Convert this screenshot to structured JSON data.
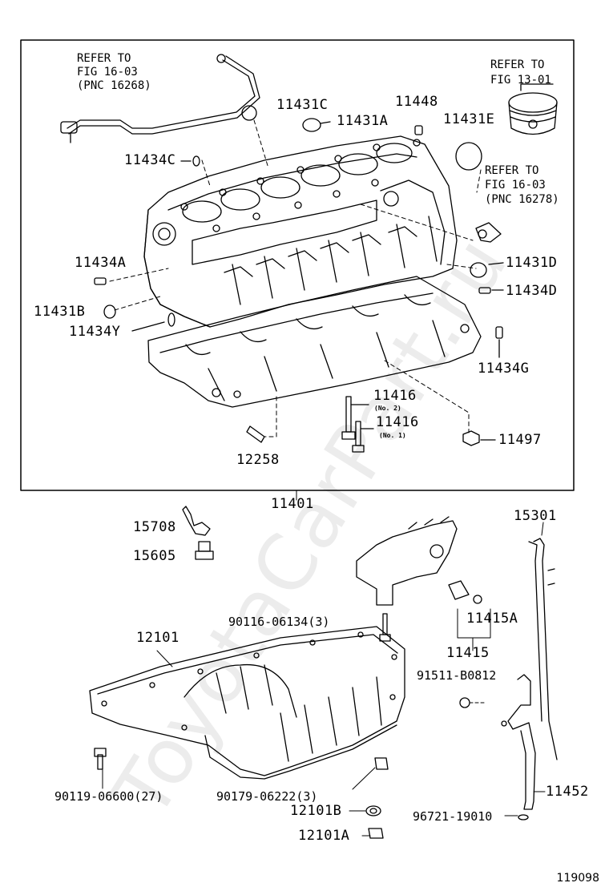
{
  "watermark": "ToyotaCarPart.ru",
  "figure_code": "119098",
  "references": {
    "fig_16_03_a": {
      "line1": "REFER TO",
      "line2": "FIG 16-03",
      "line3": "(PNC 16268)"
    },
    "fig_13_01": {
      "line1": "REFER TO",
      "line2": "FIG 13-01"
    },
    "fig_16_03_b": {
      "line1": "REFER TO",
      "line2": "FIG 16-03",
      "line3": "(PNC 16278)"
    }
  },
  "parts": {
    "p11431C": "11431C",
    "p11448": "11448",
    "p11431A": "11431A",
    "p11431E": "11431E",
    "p11434C": "11434C",
    "p11434A": "11434A",
    "p11431D": "11431D",
    "p11434D": "11434D",
    "p11431B": "11431B",
    "p11434Y": "11434Y",
    "p11434G": "11434G",
    "p11416a": "11416",
    "p11416a_note": "(No. 2)",
    "p11416b": "11416",
    "p11416b_note": "(No. 1)",
    "p11497": "11497",
    "p12258": "12258",
    "p11401": "11401",
    "p15708": "15708",
    "p15605": "15605",
    "p15301": "15301",
    "p90116": "90116-06134(3)",
    "p11415A": "11415A",
    "p11415": "11415",
    "p12101": "12101",
    "p91511": "91511-B0812",
    "p90119": "90119-06600(27)",
    "p90179": "90179-06222(3)",
    "p12101B": "12101B",
    "p11452": "11452",
    "p96721": "96721-19010",
    "p12101A": "12101A"
  }
}
